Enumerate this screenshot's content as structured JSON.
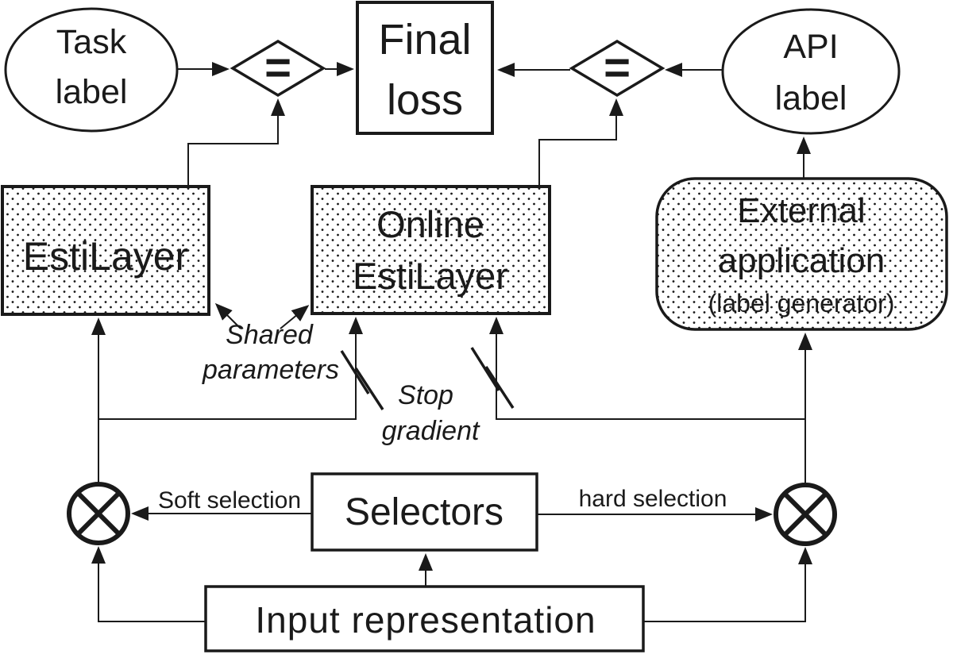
{
  "title": "EstiLayer training architecture diagram",
  "colors": {
    "stroke": "#1a1a1a",
    "background": "#ffffff",
    "fill_dotted": "#ffffff"
  },
  "nodes": {
    "task_label": {
      "shape": "ellipse",
      "line1": "Task",
      "line2": "label"
    },
    "final_loss": {
      "shape": "rect",
      "line1": "Final",
      "line2": "loss"
    },
    "api_label": {
      "shape": "ellipse",
      "line1": "API",
      "line2": "label"
    },
    "estilayer": {
      "shape": "dotted-rect",
      "label": "EstiLayer"
    },
    "online_estilayer": {
      "shape": "dotted-rect",
      "line1": "Online",
      "line2": "EstiLayer"
    },
    "external_application": {
      "shape": "dotted-rounded-rect",
      "line1": "External",
      "line2": "application",
      "line3": "(label generator)"
    },
    "selectors": {
      "shape": "rect",
      "label": "Selectors"
    },
    "input_representation": {
      "shape": "rect",
      "label": "Input representation"
    }
  },
  "operators": {
    "equals_left": "=",
    "equals_right": "="
  },
  "annotations": {
    "shared_parameters_line1": "Shared",
    "shared_parameters_line2": "parameters",
    "stop_gradient_line1": "Stop",
    "stop_gradient_line2": "gradient",
    "soft_selection": "Soft selection",
    "hard_selection": "hard selection"
  }
}
